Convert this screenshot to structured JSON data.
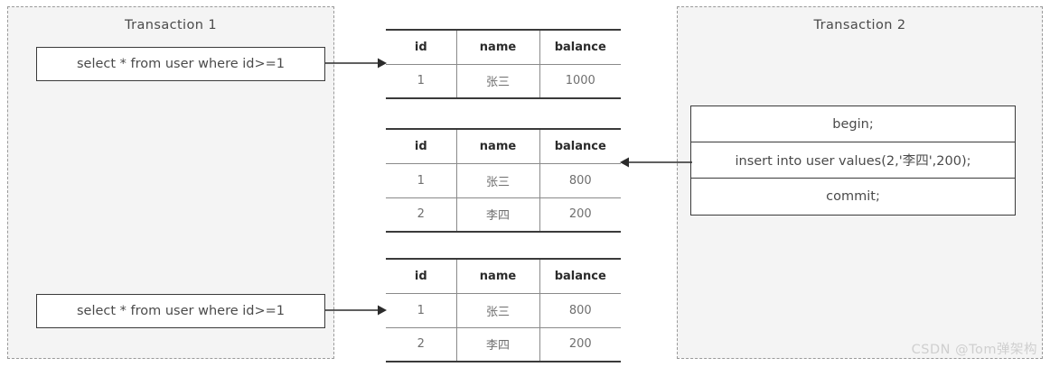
{
  "diagram": {
    "title_hidden": "",
    "watermark": "CSDN @Tom弹架构"
  },
  "transaction1": {
    "title": "Transaction  1",
    "statements": [
      {
        "name": "select-first",
        "text": "select * from user where id>=1"
      },
      {
        "name": "select-second",
        "text": "select * from user where id>=1"
      }
    ]
  },
  "transaction2": {
    "title": "Transaction  2",
    "statements": [
      {
        "name": "begin",
        "text": "begin;"
      },
      {
        "name": "insert",
        "text": "insert into user values(2,'李四',200);"
      },
      {
        "name": "commit",
        "text": "commit;"
      }
    ]
  },
  "tables": [
    {
      "name": "result-table-first-read",
      "columns": [
        "id",
        "name",
        "balance"
      ],
      "rows": [
        [
          "1",
          "张三",
          "1000"
        ]
      ]
    },
    {
      "name": "result-table-after-insert",
      "columns": [
        "id",
        "name",
        "balance"
      ],
      "rows": [
        [
          "1",
          "张三",
          "800"
        ],
        [
          "2",
          "李四",
          "200"
        ]
      ]
    },
    {
      "name": "result-table-second-read",
      "columns": [
        "id",
        "name",
        "balance"
      ],
      "rows": [
        [
          "1",
          "张三",
          "800"
        ],
        [
          "2",
          "李四",
          "200"
        ]
      ]
    }
  ],
  "arrows": [
    {
      "name": "arrow-select-to-table-1",
      "direction": "right"
    },
    {
      "name": "arrow-tx2-to-table-2",
      "direction": "left"
    },
    {
      "name": "arrow-select-to-table-3",
      "direction": "right"
    }
  ],
  "colors": {
    "panel_fill": "#f4f4f4",
    "panel_border": "#9a9a9a",
    "box_border": "#3a3a3a",
    "text": "#4a4a4a",
    "table_rule": "#8a8a8a",
    "watermark": "#cfcfcf"
  }
}
